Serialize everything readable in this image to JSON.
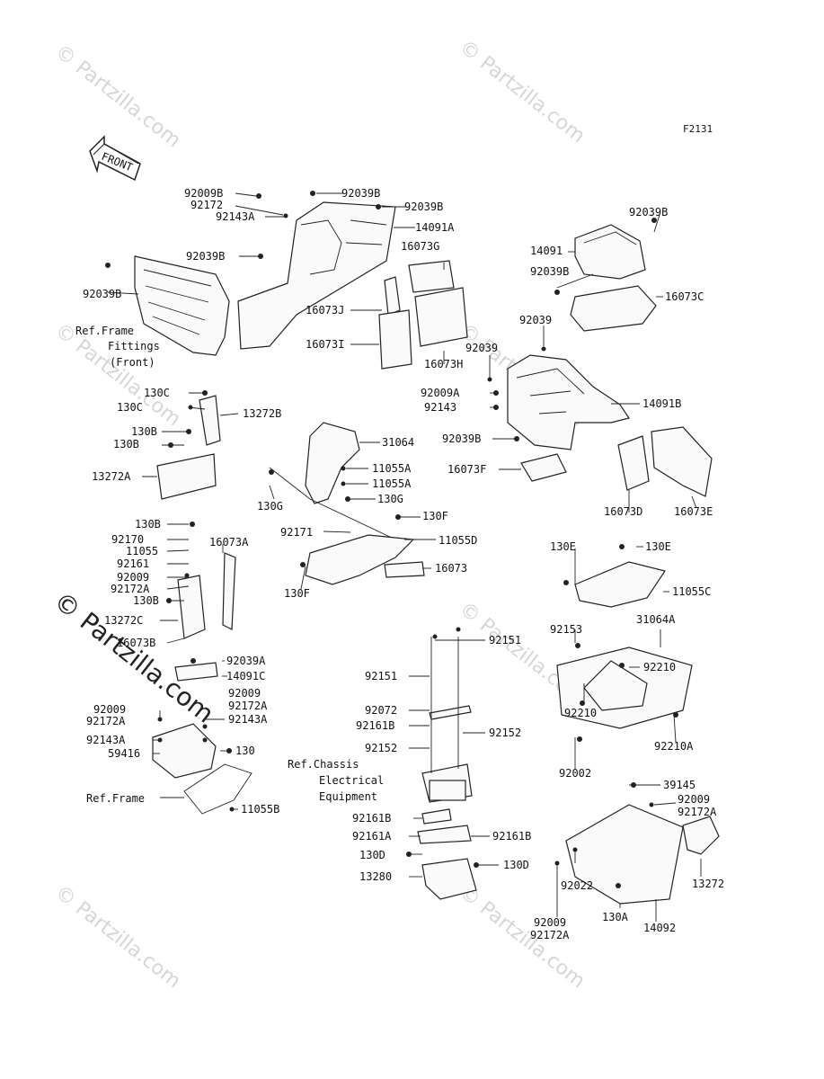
{
  "diagram": {
    "code": "F2131",
    "front_label": "FRONT",
    "watermark": "© Partzilla.com",
    "refs": {
      "frame_fittings_line1": "Ref.Frame",
      "frame_fittings_line2": "Fittings",
      "frame_fittings_line3": "(Front)",
      "frame": "Ref.Frame",
      "chassis_line1": "Ref.Chassis",
      "chassis_line2": "Electrical",
      "chassis_line3": "Equipment"
    },
    "labels": [
      {
        "id": "l1",
        "text": "92009B"
      },
      {
        "id": "l2",
        "text": "92172"
      },
      {
        "id": "l3",
        "text": "92143A"
      },
      {
        "id": "l4",
        "text": "92039B"
      },
      {
        "id": "l5",
        "text": "92039B"
      },
      {
        "id": "l6",
        "text": "14091A"
      },
      {
        "id": "l7",
        "text": "92039B"
      },
      {
        "id": "l8",
        "text": "16073G"
      },
      {
        "id": "l9",
        "text": "92039B"
      },
      {
        "id": "l10",
        "text": "16073J"
      },
      {
        "id": "l11",
        "text": "16073I"
      },
      {
        "id": "l12",
        "text": "16073H"
      },
      {
        "id": "l13",
        "text": "92039B"
      },
      {
        "id": "l14",
        "text": "14091"
      },
      {
        "id": "l15",
        "text": "92039B"
      },
      {
        "id": "l16",
        "text": "16073C"
      },
      {
        "id": "l17",
        "text": "92039"
      },
      {
        "id": "l18",
        "text": "92039"
      },
      {
        "id": "l19",
        "text": "92009A"
      },
      {
        "id": "l20",
        "text": "92143"
      },
      {
        "id": "l21",
        "text": "14091B"
      },
      {
        "id": "l22",
        "text": "92039B"
      },
      {
        "id": "l23",
        "text": "16073F"
      },
      {
        "id": "l24",
        "text": "16073D"
      },
      {
        "id": "l25",
        "text": "16073E"
      },
      {
        "id": "l26",
        "text": "130C"
      },
      {
        "id": "l27",
        "text": "130C"
      },
      {
        "id": "l28",
        "text": "13272B"
      },
      {
        "id": "l29",
        "text": "130B"
      },
      {
        "id": "l30",
        "text": "130B"
      },
      {
        "id": "l31",
        "text": "31064"
      },
      {
        "id": "l32",
        "text": "13272A"
      },
      {
        "id": "l33",
        "text": "11055A"
      },
      {
        "id": "l34",
        "text": "11055A"
      },
      {
        "id": "l35",
        "text": "130G"
      },
      {
        "id": "l36",
        "text": "130G"
      },
      {
        "id": "l37",
        "text": "130F"
      },
      {
        "id": "l38",
        "text": "92171"
      },
      {
        "id": "l39",
        "text": "11055D"
      },
      {
        "id": "l40",
        "text": "16073"
      },
      {
        "id": "l41",
        "text": "130F"
      },
      {
        "id": "l42",
        "text": "130B"
      },
      {
        "id": "l43",
        "text": "92170"
      },
      {
        "id": "l44",
        "text": "11055"
      },
      {
        "id": "l45",
        "text": "16073A"
      },
      {
        "id": "l46",
        "text": "92161"
      },
      {
        "id": "l47",
        "text": "92009"
      },
      {
        "id": "l48",
        "text": "92172A"
      },
      {
        "id": "l49",
        "text": "130B"
      },
      {
        "id": "l50",
        "text": "13272C"
      },
      {
        "id": "l51",
        "text": "16073B"
      },
      {
        "id": "l52",
        "text": "130E"
      },
      {
        "id": "l53",
        "text": "130E"
      },
      {
        "id": "l54",
        "text": "11055C"
      },
      {
        "id": "l55",
        "text": "92153"
      },
      {
        "id": "l56",
        "text": "31064A"
      },
      {
        "id": "l57",
        "text": "92210"
      },
      {
        "id": "l58",
        "text": "92210"
      },
      {
        "id": "l59",
        "text": "92210A"
      },
      {
        "id": "l60",
        "text": "92002"
      },
      {
        "id": "l61",
        "text": "92151"
      },
      {
        "id": "l62",
        "text": "92151"
      },
      {
        "id": "l63",
        "text": "92072"
      },
      {
        "id": "l64",
        "text": "92161B"
      },
      {
        "id": "l65",
        "text": "92152"
      },
      {
        "id": "l66",
        "text": "92152"
      },
      {
        "id": "l67",
        "text": "92039A"
      },
      {
        "id": "l68",
        "text": "14091C"
      },
      {
        "id": "l69",
        "text": "92009"
      },
      {
        "id": "l70",
        "text": "92172A"
      },
      {
        "id": "l71",
        "text": "92009"
      },
      {
        "id": "l72",
        "text": "92172A"
      },
      {
        "id": "l73",
        "text": "92143A"
      },
      {
        "id": "l74",
        "text": "92143A"
      },
      {
        "id": "l75",
        "text": "59416"
      },
      {
        "id": "l76",
        "text": "130"
      },
      {
        "id": "l77",
        "text": "11055B"
      },
      {
        "id": "l78",
        "text": "92161B"
      },
      {
        "id": "l79",
        "text": "92161A"
      },
      {
        "id": "l80",
        "text": "92161B"
      },
      {
        "id": "l81",
        "text": "130D"
      },
      {
        "id": "l82",
        "text": "130D"
      },
      {
        "id": "l83",
        "text": "13280"
      },
      {
        "id": "l84",
        "text": "39145"
      },
      {
        "id": "l85",
        "text": "92009"
      },
      {
        "id": "l86",
        "text": "92172A"
      },
      {
        "id": "l87",
        "text": "13272"
      },
      {
        "id": "l88",
        "text": "92022"
      },
      {
        "id": "l89",
        "text": "92009"
      },
      {
        "id": "l90",
        "text": "92172A"
      },
      {
        "id": "l91",
        "text": "130A"
      },
      {
        "id": "l92",
        "text": "14092"
      }
    ]
  }
}
